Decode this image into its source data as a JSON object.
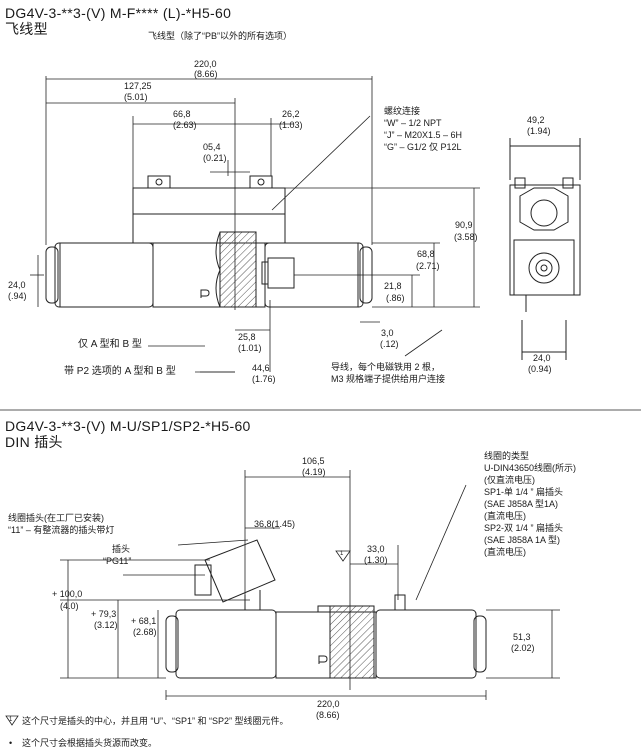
{
  "top": {
    "model": "DG4V-3-**3-(V)   M-F****   (L)-*H5-60",
    "type_label": "飞线型",
    "type_note": "飞线型（除了“PB”以外的所有选项）",
    "dims": {
      "d220": "220,0",
      "d220_in": "(8.66)",
      "d127": "127,25",
      "d127_in": "(5.01)",
      "d66": "66,8",
      "d66_in": "(2.63)",
      "d26": "26,2",
      "d26_in": "(1.03)",
      "d05": "05,4",
      "d05_in": "(0.21)",
      "d24": "24,0",
      "d24_in": "(.94)",
      "d68": "68,8",
      "d68_in": "(2.71)",
      "d90": "90,9",
      "d90_in": "(3.58)",
      "d21": "21,8",
      "d21_in": "(.86)",
      "d25": "25,8",
      "d25_in": "(1.01)",
      "d3": "3,0",
      "d3_in": "(.12)",
      "d44": "44,6",
      "d44_in": "(1.76)",
      "d49": "49,2",
      "d49_in": "(1.94)",
      "d24b": "24,0",
      "d24b_in": "(0.94)"
    },
    "thread_title": "螺纹连接",
    "thread_w": "“W” – 1/2 NPT",
    "thread_j": "“J” –   M20X1.5 – 6H",
    "thread_g": "“G” – G1/2  仅 P12L",
    "only_ab": "仅 A 型和 B 型",
    "with_p2": "带 P2 选项的 A 型和 B 型",
    "wire_note_1": "导线，每个电磁铁用 2 根，",
    "wire_note_2": "M3 规格端子提供给用户连接"
  },
  "bottom": {
    "model": "DG4V-3-**3-(V)   M-U/SP1/SP2-*H5-60",
    "type_label": "DIN   插头",
    "dims": {
      "d106": "106,5",
      "d106_in": "(4.19)",
      "d36": "36,8(1.45)",
      "d33": "33,0",
      "d33_in": "(1.30)",
      "d100": "+ 100,0",
      "d100_in": "(4.0)",
      "d79": "+ 79,3",
      "d79_in": "(3.12)",
      "d68": "+ 68,1",
      "d68_in": "(2.68)",
      "d51": "51,3",
      "d51_in": "(2.02)",
      "d220": "220,0",
      "d220_in": "(8.66)"
    },
    "coil_title": "线圈的类型",
    "coil_1": "U-DIN43650线圈(所示)",
    "coil_2": "(仅直流电压)",
    "coil_3": "SP1-单 1/4 ” 扁插头",
    "coil_4": "(SAE J858A 型1A)",
    "coil_5": "(直流电压)",
    "coil_6": "SP2-双 1/4 ” 扁插头",
    "coil_7": "(SAE J858A 1A 型)",
    "coil_8": "(直流电压)",
    "plug_note_1": "线圈插头(在工厂已安装)",
    "plug_note_2": "“11” – 有整流器的插头带灯",
    "plug_label": "插头",
    "plug_pg": "“PG11”",
    "footnote_1": "这个尺寸是插头的中心，并且用 “U”、“SP1” 和 “SP2” 型线圈元件。",
    "footnote_2": "这个尺寸会根据插头货源而改变。",
    "footnote_bullet": "•",
    "triangle_mark": "1"
  },
  "markings": {
    "port_letter": "P",
    "port_letter_2": "P"
  }
}
